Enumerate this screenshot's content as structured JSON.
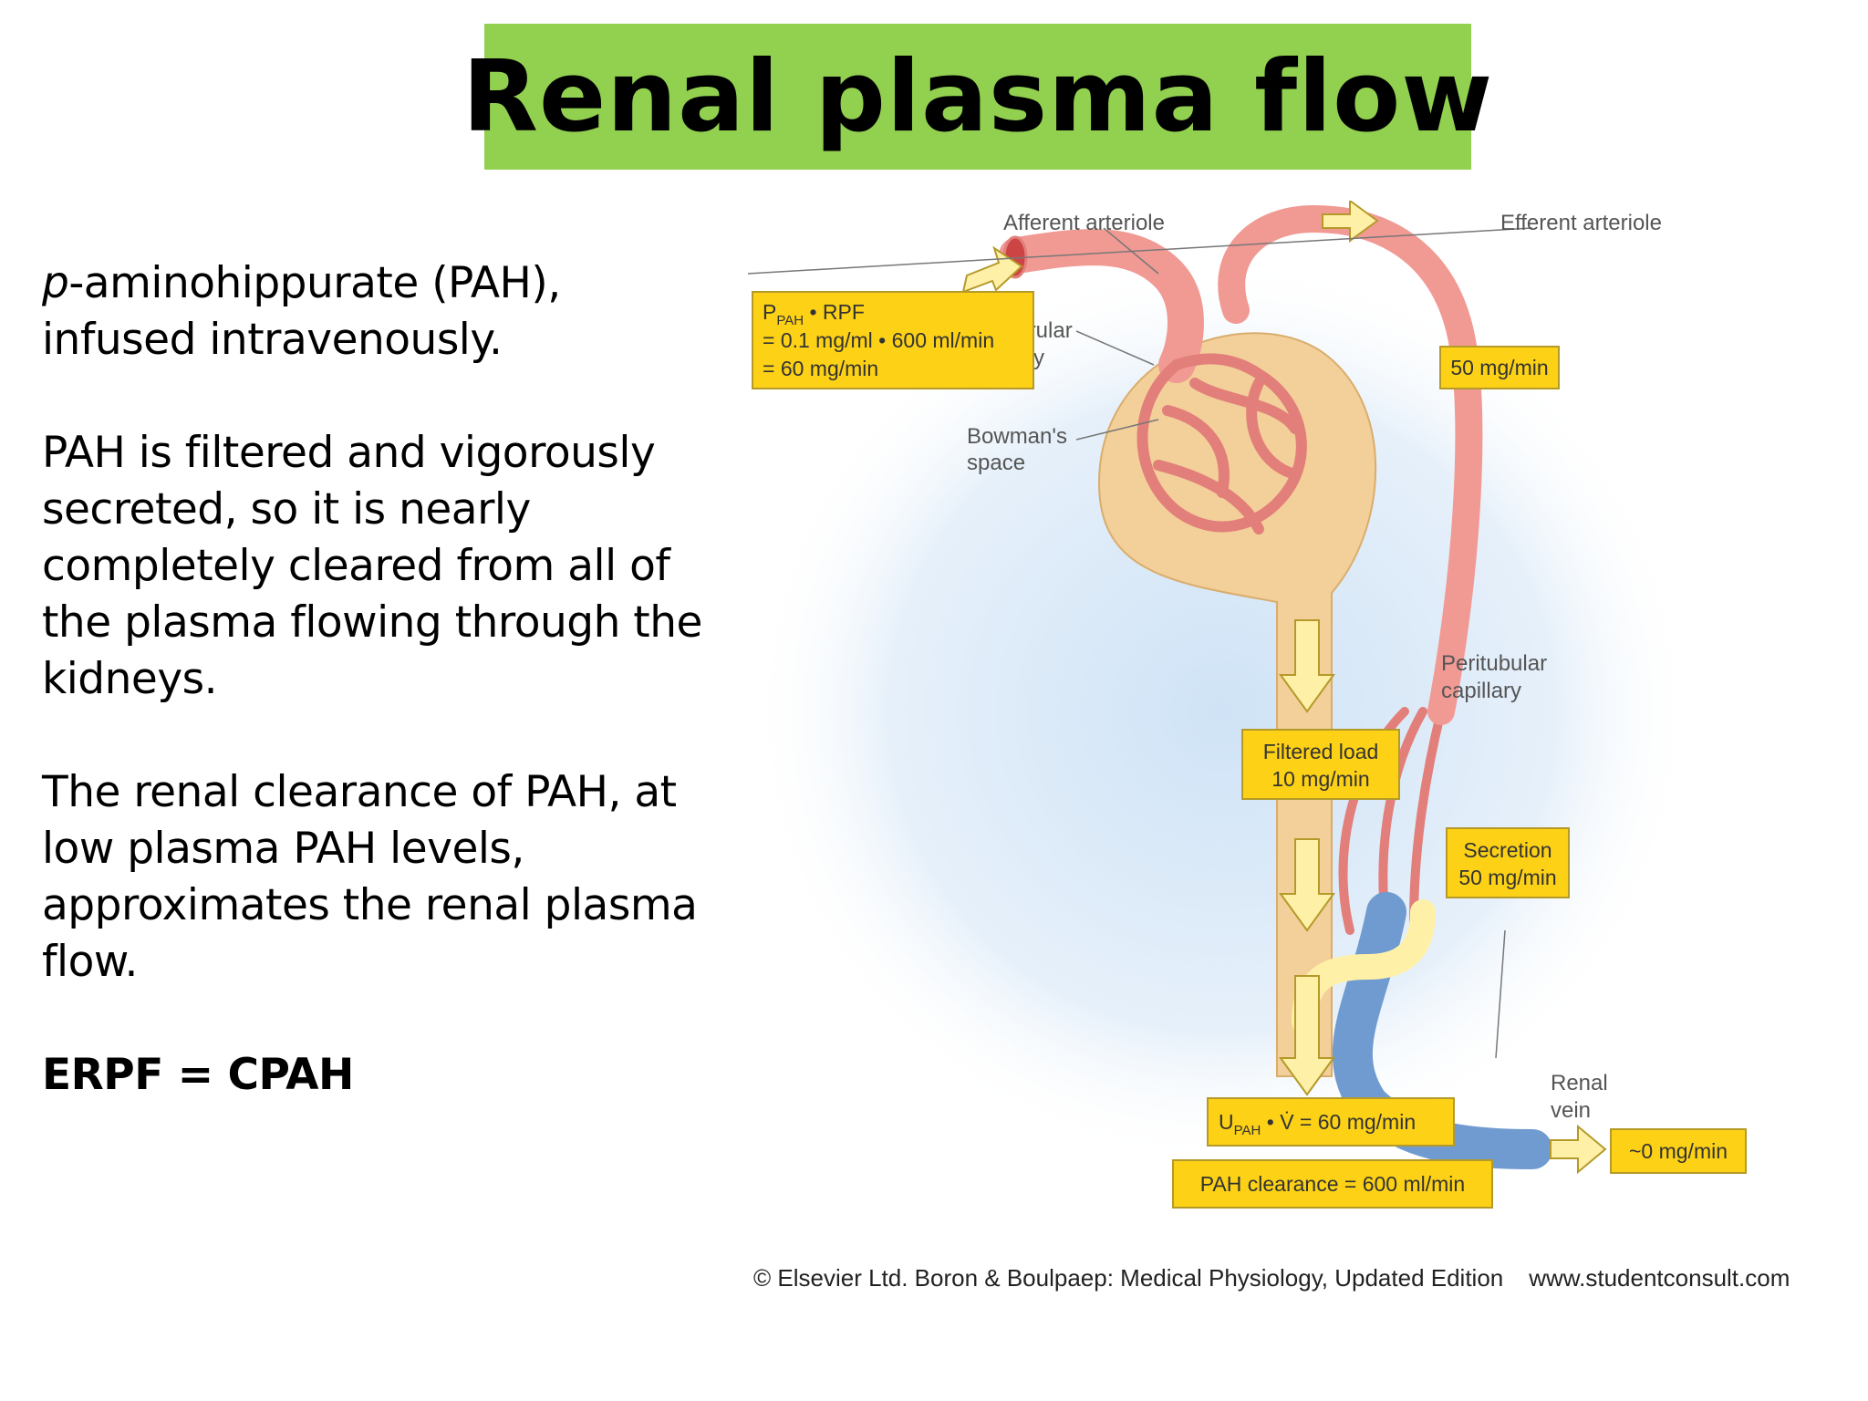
{
  "title": "Renal plasma flow",
  "text": {
    "p1_italic": "p",
    "p1_line1_rest": "-aminohippurate (PAH),",
    "p1_line2": "infused intravenously.",
    "p2_lines": [
      "PAH is filtered and vigorously",
      "secreted, so it is nearly",
      "completely cleared from all of",
      "the plasma flowing through the",
      "kidneys."
    ],
    "p3_lines": [
      "The renal clearance of PAH, at",
      "low plasma PAH levels,",
      "approximates the renal plasma",
      "flow."
    ],
    "formula": "ERPF = CPAH"
  },
  "diagram": {
    "labels": {
      "afferent": "Afferent arteriole",
      "efferent": "Efferent arteriole",
      "glomerular_1": "Glomerular",
      "glomerular_2": "capillary",
      "bowmans_1": "Bowman's",
      "bowmans_2": "space",
      "peritubular_1": "Peritubular",
      "peritubular_2": "capillary",
      "renal_1": "Renal",
      "renal_2": "vein"
    },
    "boxes": {
      "input_p": "P",
      "input_sub": "PAH",
      "input_rest": " • RPF",
      "input_line2": "= 0.1 mg/ml • 600 ml/min",
      "input_line3": "= 60 mg/min",
      "efferent_load": "50 mg/min",
      "filtered_1": "Filtered load",
      "filtered_2": "10 mg/min",
      "secretion_1": "Secretion",
      "secretion_2": "50 mg/min",
      "urine_u": "U",
      "urine_sub": "PAH",
      "urine_rest": " • V̇ = 60 mg/min",
      "clearance": "PAH clearance = 600 ml/min",
      "vein_out": "~0 mg/min"
    },
    "colors": {
      "box_fill": "#fcd116",
      "vessel_red": "#f19a94",
      "vein_blue": "#6f9bd0",
      "capsule": "#f3cf9a",
      "tubule_yellow": "#fff0a8",
      "glow_blue": "#cfe3f6"
    }
  },
  "credit": {
    "source": "© Elsevier Ltd. Boron & Boulpaep: Medical Physiology, Updated Edition",
    "url": "www.studentconsult.com"
  }
}
